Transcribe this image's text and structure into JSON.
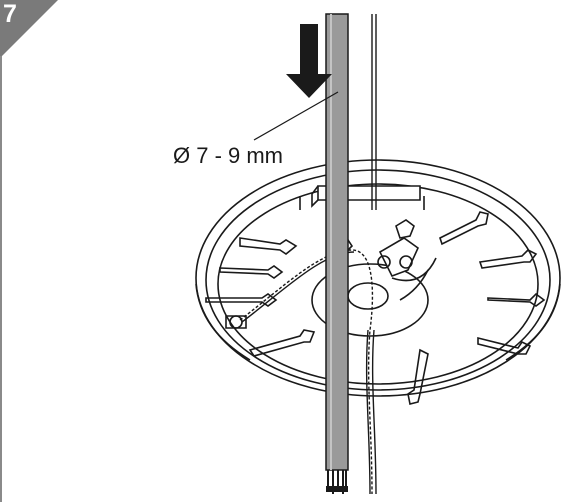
{
  "step": {
    "number": "7",
    "badge_color": "#7a7a7a"
  },
  "diagram": {
    "dimension_label": "Ø 7 - 9 mm",
    "icons": [
      "downward-arrow-icon",
      "cable",
      "pull-wire",
      "mounting-base-plate"
    ],
    "colors": {
      "cable": "#9a9a9a",
      "line": "#1a1a1a",
      "arrow": "#1a1a1a"
    }
  }
}
